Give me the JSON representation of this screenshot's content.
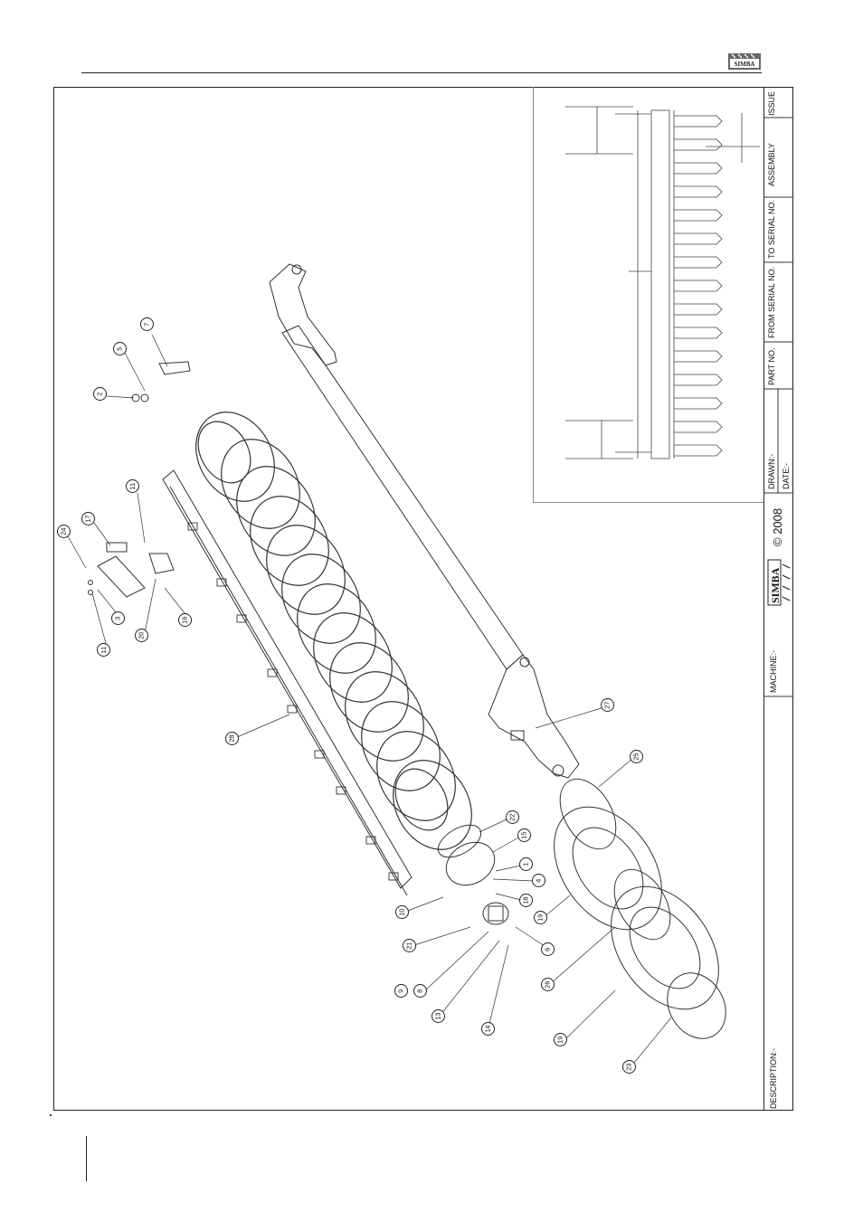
{
  "title_block": {
    "description_label": "DESCRIPTION:-",
    "machine_label": "MACHINE:-",
    "brand": "SIMBA",
    "copyright": "© 2008",
    "drawn_label": "DRAWN:-",
    "date_label": "DATE:-",
    "part_no_label": "PART NO.",
    "from_serial_label": "FROM SERIAL NO.",
    "to_serial_label": "TO SERIAL NO.",
    "assembly_label": "ASSEMBLY",
    "issue_label": "ISSUE"
  },
  "header": {
    "logo_text": "SIMBA"
  },
  "callouts": [
    "7",
    "5",
    "2",
    "11",
    "17",
    "24",
    "3",
    "11",
    "20",
    "16",
    "28",
    "27",
    "25",
    "22",
    "15",
    "1",
    "4",
    "18",
    "10",
    "21",
    "9",
    "8",
    "13",
    "14",
    "6",
    "19",
    "26",
    "19",
    "23"
  ]
}
